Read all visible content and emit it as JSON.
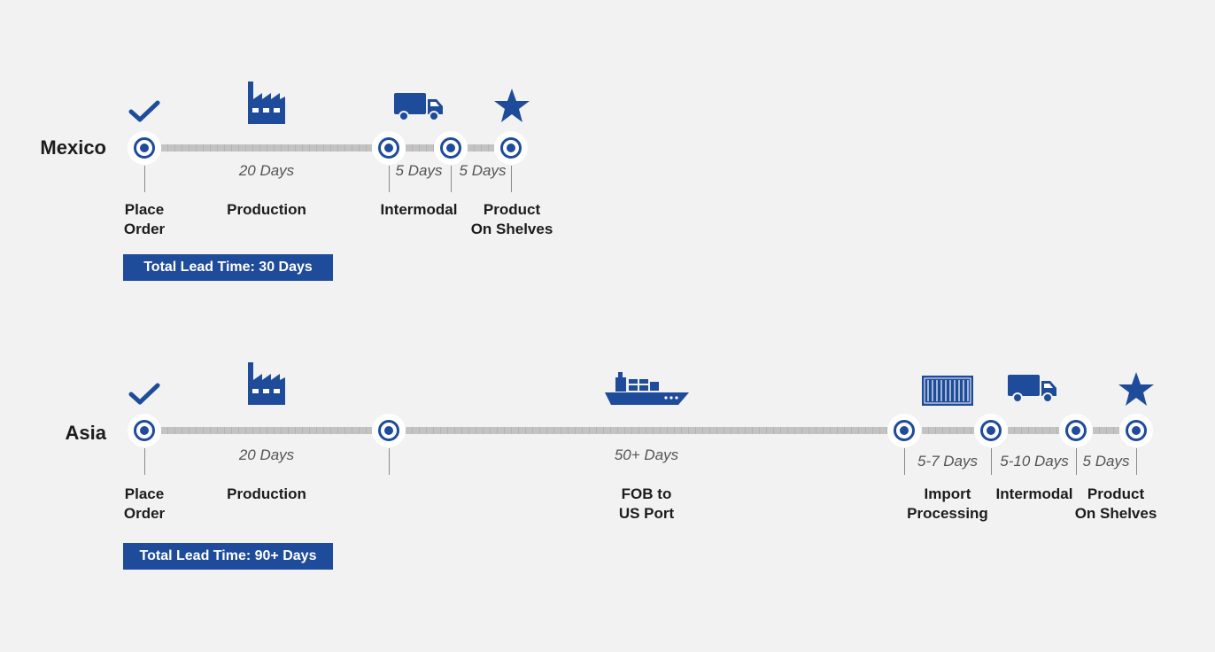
{
  "timelines": [
    {
      "region": "Mexico",
      "stages": [
        {
          "line1": "Place",
          "line2": "Order"
        },
        {
          "line1": "Production",
          "line2": ""
        },
        {
          "line1": "Intermodal",
          "line2": ""
        },
        {
          "line1": "Product",
          "line2": "On Shelves"
        }
      ],
      "durations": [
        "20 Days",
        "5 Days",
        "5 Days"
      ],
      "total": "Total Lead Time: 30 Days",
      "icons": [
        "checkmark-icon",
        "factory-icon",
        "truck-icon",
        "star-icon"
      ]
    },
    {
      "region": "Asia",
      "stages": [
        {
          "line1": "Place",
          "line2": "Order"
        },
        {
          "line1": "Production",
          "line2": ""
        },
        {
          "line1": "FOB to",
          "line2": "US Port"
        },
        {
          "line1": "Import",
          "line2": "Processing"
        },
        {
          "line1": "Intermodal",
          "line2": ""
        },
        {
          "line1": "Product",
          "line2": "On Shelves"
        }
      ],
      "durations": [
        "20 Days",
        "50+ Days",
        "5-7 Days",
        "5-10 Days",
        "5 Days"
      ],
      "total": "Total Lead Time: 90+ Days",
      "icons": [
        "checkmark-icon",
        "factory-icon",
        "cargo-ship-icon",
        "shipping-container-icon",
        "truck-icon",
        "star-icon"
      ]
    }
  ],
  "colors": {
    "accent": "#1e4b9a",
    "track": "#c3c3c3",
    "background": "#f2f2f2"
  }
}
